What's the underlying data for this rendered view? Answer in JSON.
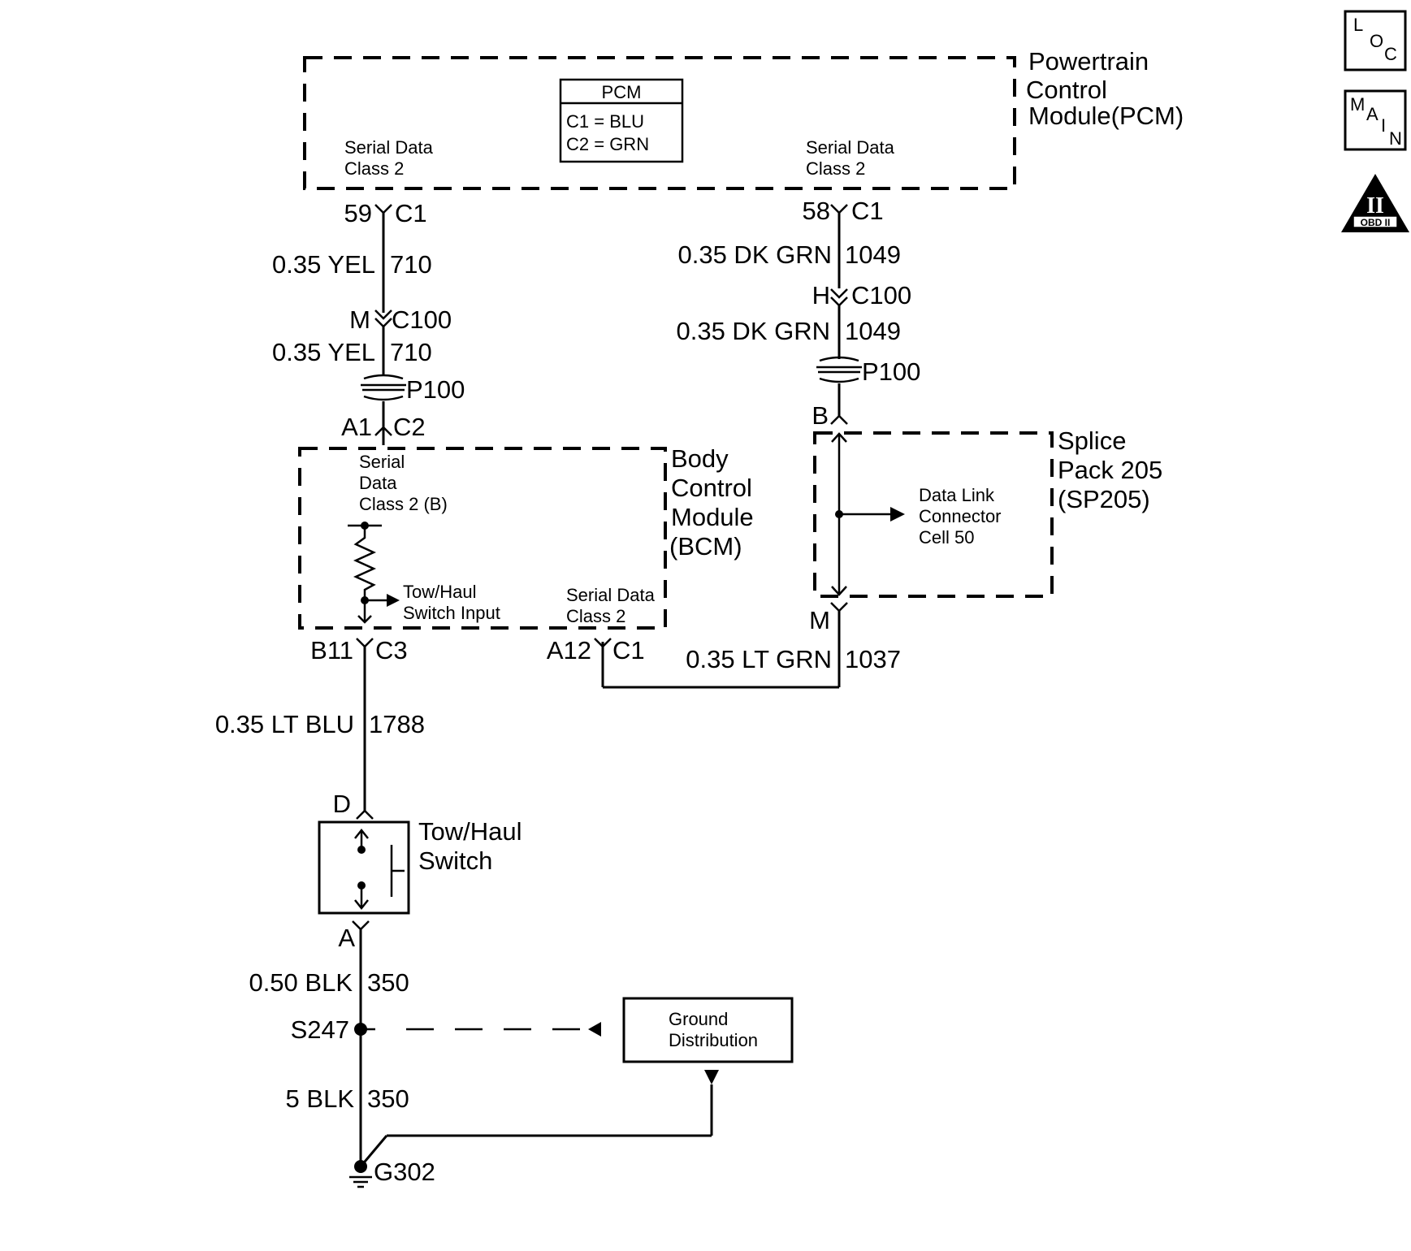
{
  "icons": {
    "loc": [
      "L",
      "O",
      "C"
    ],
    "main": [
      "M",
      "A",
      "I",
      "N"
    ],
    "obd": {
      "roman": "II",
      "text": "OBD II"
    }
  },
  "pcm": {
    "title_lines": [
      "Powertrain",
      "Control",
      "Module(PCM)"
    ],
    "inner_title": "PCM",
    "inner_lines": [
      "C1 = BLU",
      "C2 = GRN"
    ],
    "left_label": [
      "Serial Data",
      "Class 2"
    ],
    "right_label": [
      "Serial Data",
      "Class 2"
    ]
  },
  "left_branch": {
    "pin_top": "59",
    "conn_top": "C1",
    "wire1": "0.35 YEL",
    "circuit1": "710",
    "c100_pin": "M",
    "c100": "C100",
    "wire2": "0.35 YEL",
    "circuit2": "710",
    "p100": "P100",
    "pin_bcm": "A1",
    "conn_bcm": "C2"
  },
  "right_branch": {
    "pin_top": "58",
    "conn_top": "C1",
    "wire1": "0.35 DK GRN",
    "circuit1": "1049",
    "c100_pin": "H",
    "c100": "C100",
    "wire2": "0.35 DK GRN",
    "circuit2": "1049",
    "p100": "P100",
    "sp_pin_top": "B",
    "sp_pin_bottom": "M",
    "wire3": "0.35 LT GRN",
    "circuit3": "1037"
  },
  "bcm": {
    "title_lines": [
      "Body",
      "Control",
      "Module",
      "(BCM)"
    ],
    "serial_label": [
      "Serial",
      "Data",
      "Class 2 (B)"
    ],
    "tow_label": [
      "Tow/Haul",
      "Switch Input"
    ],
    "right_label": [
      "Serial Data",
      "Class 2"
    ],
    "pin_bottom_left": "B11",
    "conn_bottom_left": "C3",
    "pin_bottom_right": "A12",
    "conn_bottom_right": "C1"
  },
  "splice_pack": {
    "title_lines": [
      "Splice",
      "Pack 205",
      "(SP205)"
    ],
    "dlc_label": [
      "Data Link",
      "Connector",
      "Cell 50"
    ]
  },
  "tow_haul": {
    "wire": "0.35 LT BLU",
    "circuit": "1788",
    "pin_top": "D",
    "title_lines": [
      "Tow/Haul",
      "Switch"
    ],
    "pin_bottom": "A"
  },
  "ground": {
    "wire1": "0.50 BLK",
    "circuit1": "350",
    "splice": "S247",
    "distribution_lines": [
      "Ground",
      "Distribution"
    ],
    "wire2": "5 BLK",
    "circuit2": "350",
    "ground_id": "G302"
  }
}
